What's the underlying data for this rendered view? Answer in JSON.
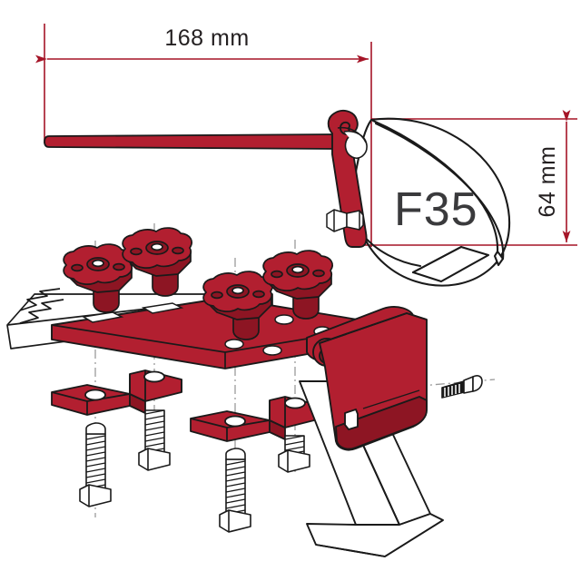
{
  "diagram": {
    "title": "Fiamma F35 awning adapter bracket mounting diagram",
    "type": "technical-exploded-assembly",
    "background_color": "#ffffff"
  },
  "colors": {
    "part_red_fill": "#b21f30",
    "part_red_dark": "#8d1523",
    "part_red_light": "#c9htm",
    "dimension_red": "#a51427",
    "outline_black": "#1a1a1a",
    "text_dark": "#231f20",
    "model_text": "#3a3a3c",
    "white_fill": "#ffffff",
    "centerline_gray": "#9a9a9a"
  },
  "dimensions": {
    "horizontal": {
      "label": "168 mm",
      "value": 168,
      "unit": "mm",
      "orientation": "horizontal",
      "position": "top"
    },
    "vertical": {
      "label": "64 mm",
      "value": 64,
      "unit": "mm",
      "orientation": "vertical-rotated",
      "position": "right"
    }
  },
  "labels": {
    "model": "F35"
  },
  "parts": {
    "awning_case": {
      "name": "f35-awning-case-outline",
      "style": "outline-only"
    },
    "adapter_arm": {
      "name": "red-adapter-arm",
      "style": "solid-red"
    },
    "hook_bracket": {
      "name": "red-hook-bracket",
      "style": "solid-red"
    },
    "base_plate": {
      "name": "red-base-plate",
      "slots": 2,
      "holes": 4
    },
    "star_knobs": {
      "name": "red-star-knob",
      "count": 4,
      "lobes": 5
    },
    "clamp_plates": {
      "name": "red-clamp-plate",
      "count": 4
    },
    "hex_bolts": {
      "name": "hex-bolt",
      "count": 4
    },
    "side_bolt": {
      "name": "side-hex-bolt",
      "count": 1
    },
    "roof_rail": {
      "name": "roof-rail-white",
      "break_symbol": "zigzag"
    },
    "support_leg": {
      "name": "white-support-leg"
    },
    "pivot_bracket": {
      "name": "red-pivot-bracket"
    }
  }
}
